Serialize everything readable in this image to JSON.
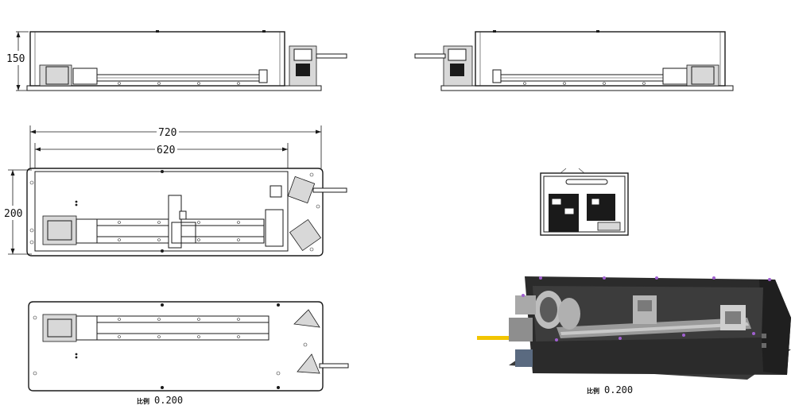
{
  "dimensions": {
    "height_front": "150",
    "overall_length": "720",
    "rail_length": "620",
    "width_top": "200"
  },
  "scale_labels": {
    "left": {
      "label": "比例",
      "value": "0.200"
    },
    "right": {
      "label": "比例",
      "value": "0.200"
    }
  },
  "colors": {
    "line": "#1a1a1a",
    "render_body": "#2b2b2b",
    "render_beam": "#f2c500",
    "render_marker": "#a060d0"
  }
}
